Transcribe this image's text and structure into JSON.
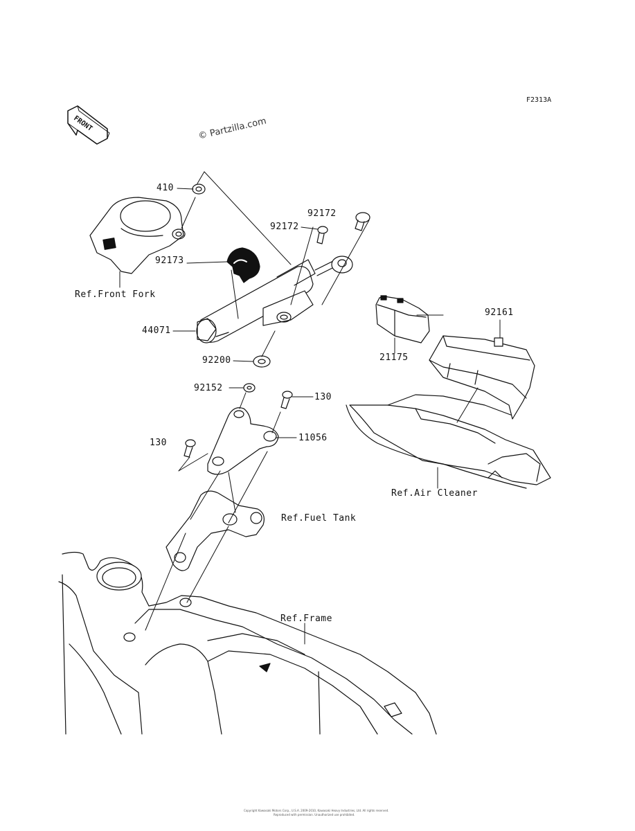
{
  "diagram": {
    "code": "F2313A",
    "watermark": "© Partzilla.com",
    "front_arrow_text": "FRONT",
    "footer_line1": "Copyright Kawasaki Motors Corp., U.S.A. 2009-2010, Kawasaki Heavy Industries, Ltd. All rights reserved.",
    "footer_line2": "Reproduced with permission. Unauthorized use prohibited."
  },
  "parts": [
    {
      "id": "p410",
      "label": "410"
    },
    {
      "id": "p92172a",
      "label": "92172"
    },
    {
      "id": "p92172b",
      "label": "92172"
    },
    {
      "id": "p92173",
      "label": "92173"
    },
    {
      "id": "p44071",
      "label": "44071"
    },
    {
      "id": "p92200",
      "label": "92200"
    },
    {
      "id": "p92152",
      "label": "92152"
    },
    {
      "id": "p130a",
      "label": "130"
    },
    {
      "id": "p130b",
      "label": "130"
    },
    {
      "id": "p11056",
      "label": "11056"
    },
    {
      "id": "p92161",
      "label": "92161"
    },
    {
      "id": "p21175",
      "label": "21175"
    }
  ],
  "references": [
    {
      "id": "ref-front-fork",
      "label": "Ref.Front Fork"
    },
    {
      "id": "ref-fuel-tank",
      "label": "Ref.Fuel Tank"
    },
    {
      "id": "ref-air-cleaner",
      "label": "Ref.Air Cleaner"
    },
    {
      "id": "ref-frame",
      "label": "Ref.Frame"
    }
  ]
}
